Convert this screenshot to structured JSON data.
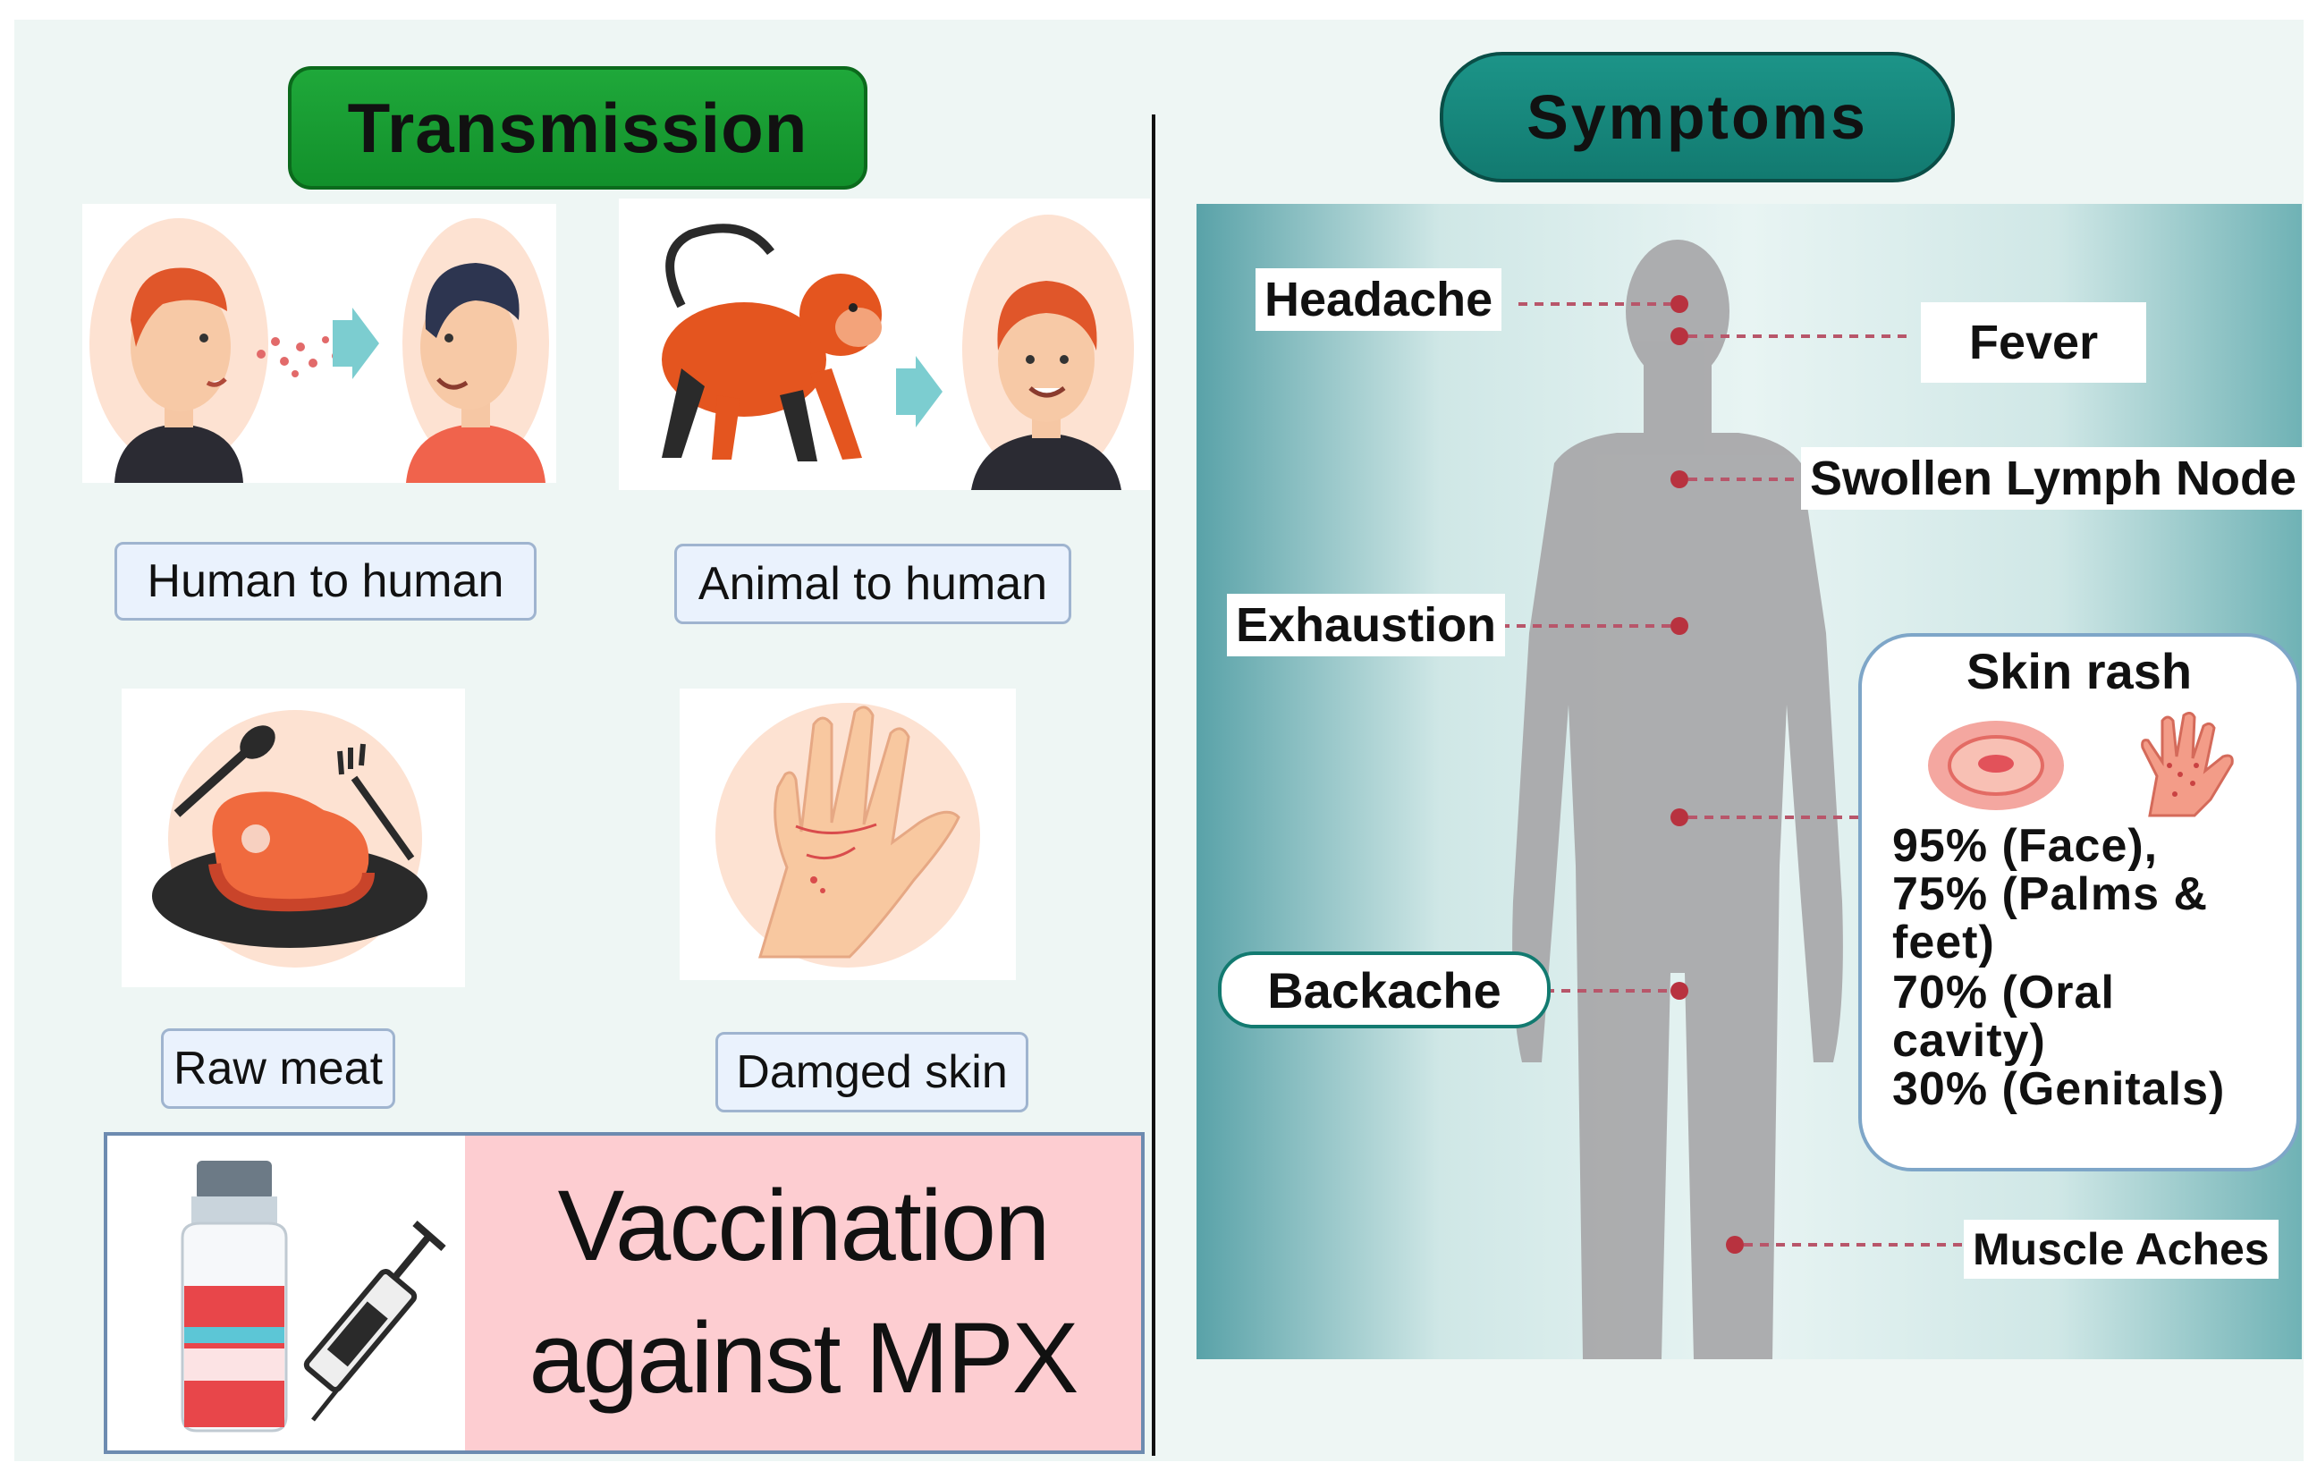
{
  "transmission": {
    "title": "Transmission",
    "routes": [
      {
        "label": "Human to human"
      },
      {
        "label": "Animal to human"
      },
      {
        "label": "Raw meat"
      },
      {
        "label": "Damged skin"
      }
    ]
  },
  "vaccination": {
    "line1": "Vaccination",
    "line2": "against MPX"
  },
  "symptoms": {
    "title": "Symptoms",
    "labels": {
      "headache": "Headache",
      "fever": "Fever",
      "swollen_lymph_node": "Swollen Lymph Node",
      "exhaustion": "Exhaustion",
      "backache": "Backache",
      "muscle_aches": "Muscle Aches"
    },
    "skin_rash": {
      "title": "Skin rash",
      "lines": [
        "95% (Face),",
        "75% (Palms &",
        "feet)",
        "70% (Oral",
        "cavity)",
        "30% (Genitals)"
      ]
    }
  },
  "colors": {
    "transmission_pill": "#12902b",
    "symptoms_pill": "#127a70",
    "vaccination_bg": "#fdcdd1",
    "symptom_dot": "#b8323f"
  }
}
